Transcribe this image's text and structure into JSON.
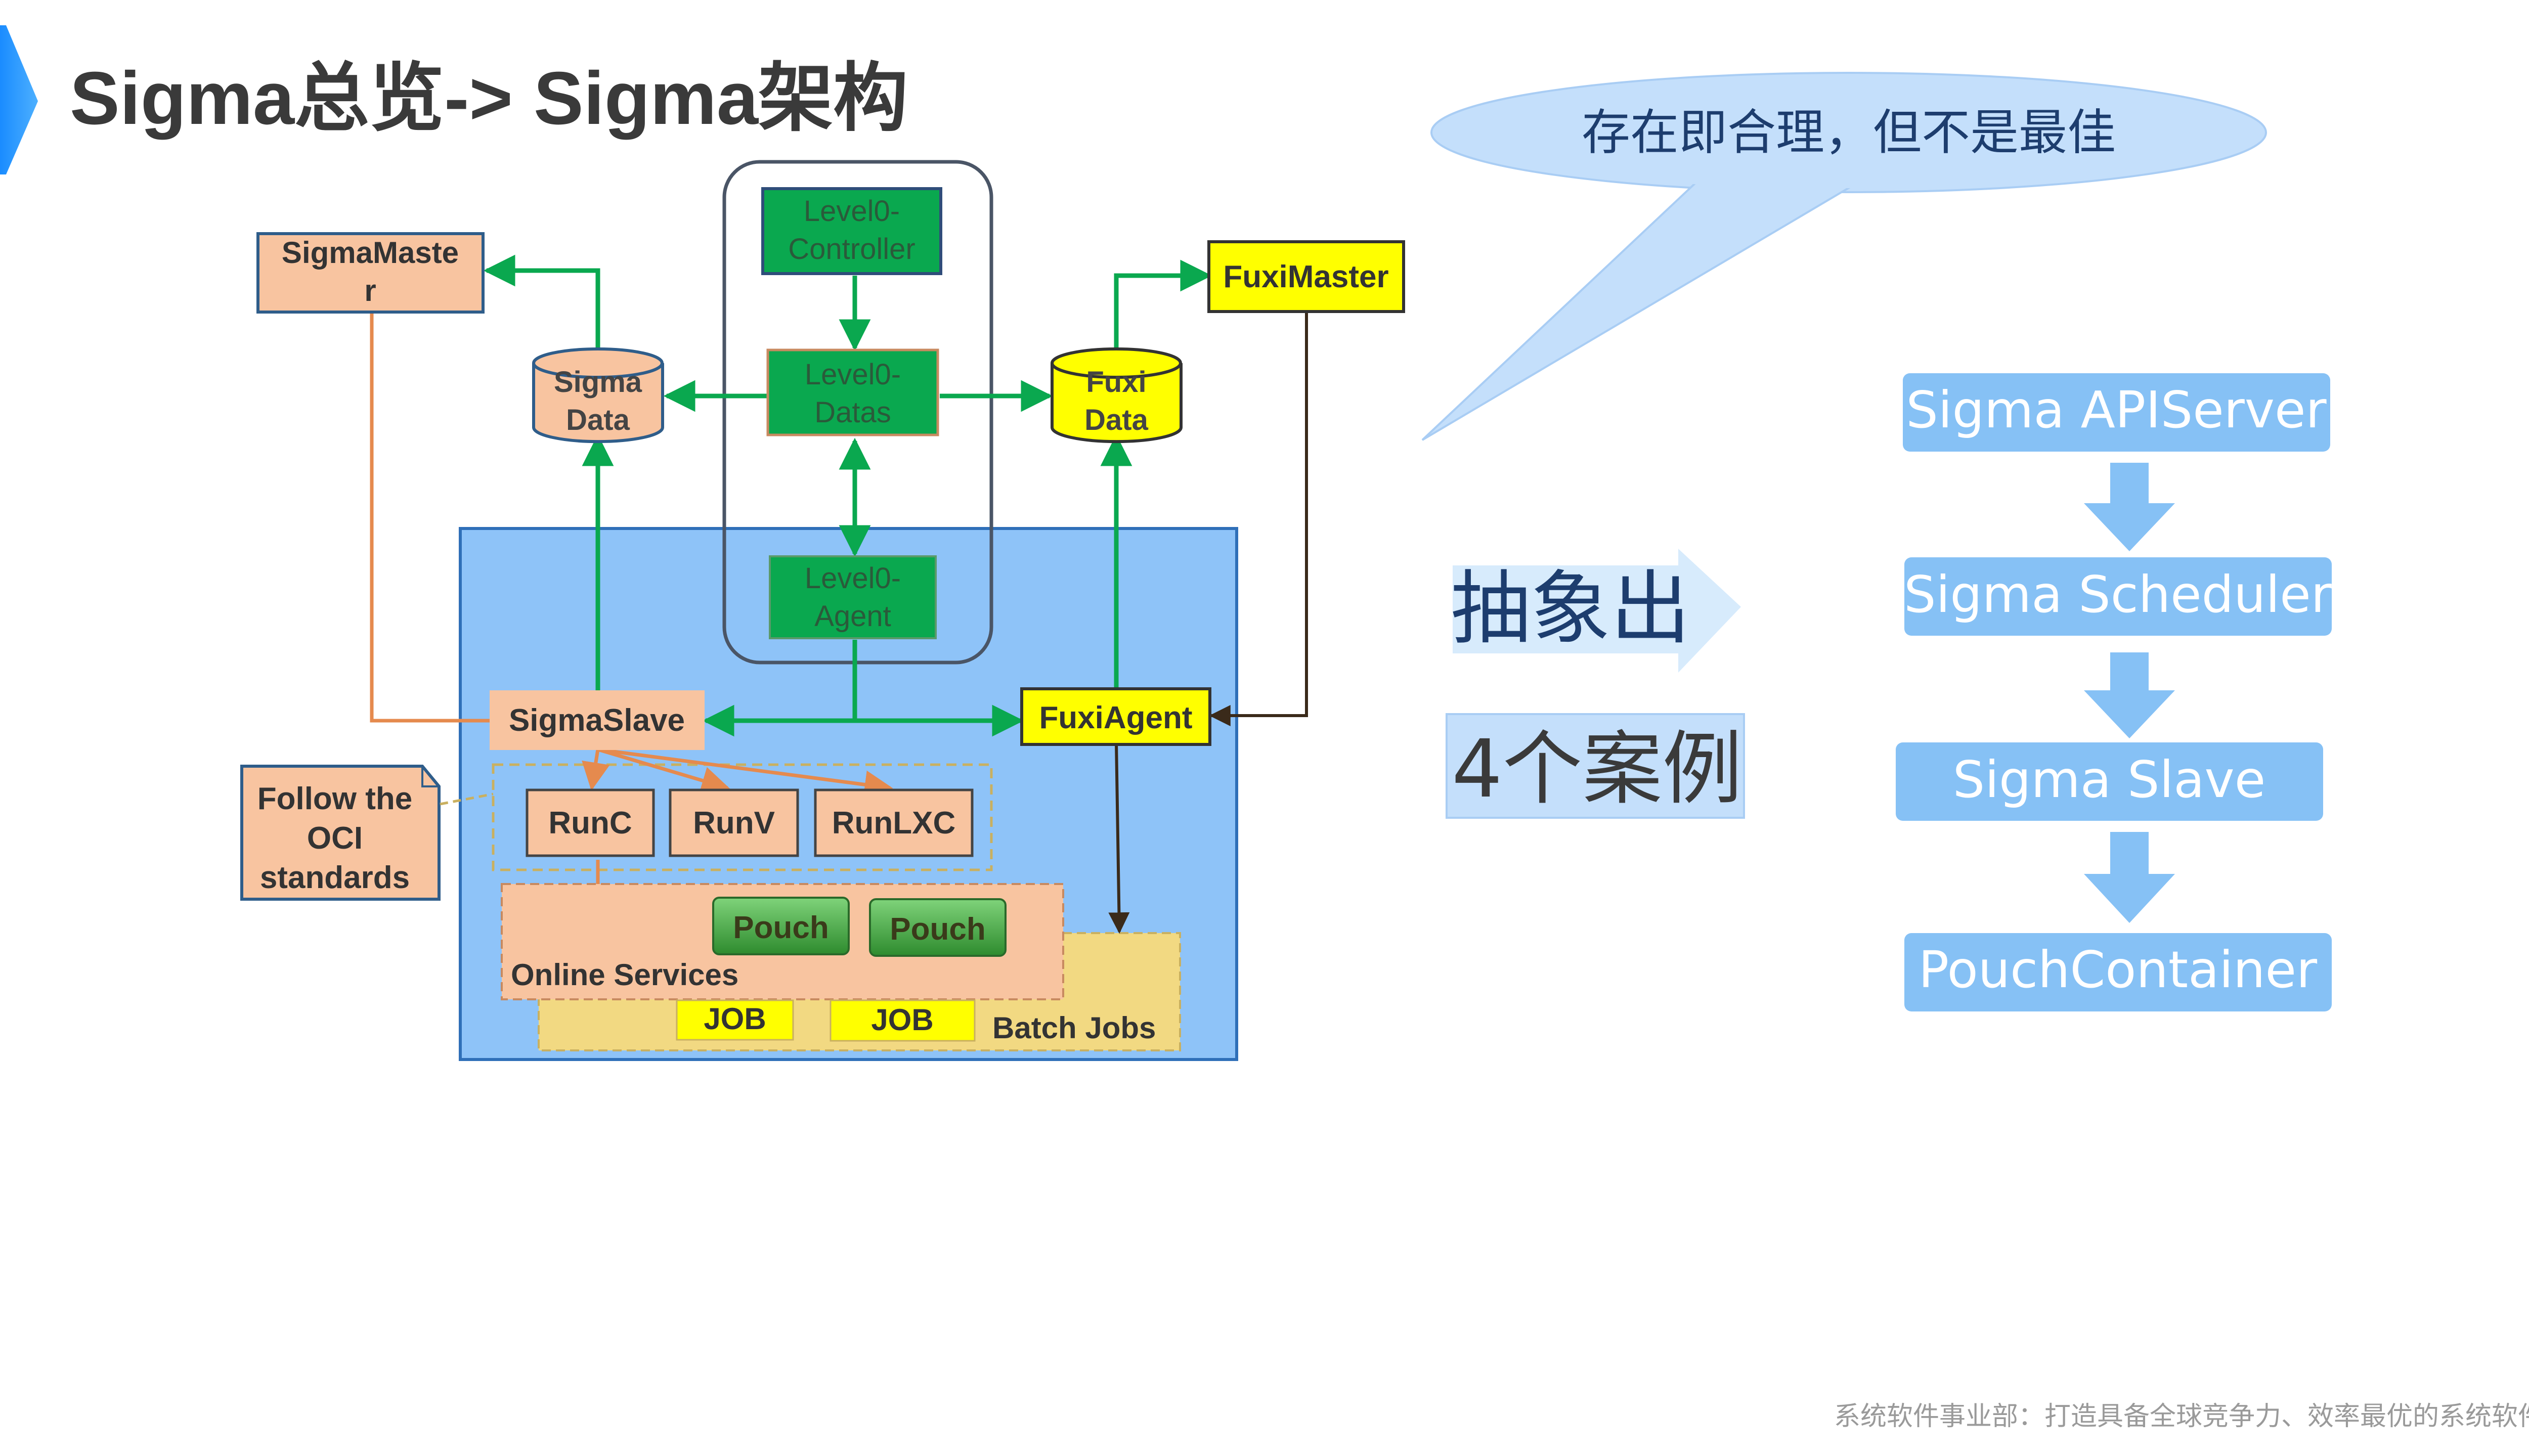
{
  "slide": {
    "title": "Sigma总览-> Sigma架构",
    "footer": "系统软件事业部：打造具备全球竞争力、效率最优的系统软件",
    "callout": "存在即合理，但不是最佳",
    "abstract_label": "抽象出",
    "cases_label": "4个案例"
  },
  "diagram": {
    "sigma_master": "SigmaMaste",
    "sigma_master_2": "r",
    "sigma_data_1": "Sigma",
    "sigma_data_2": "Data",
    "level0_controller_1": "Level0-",
    "level0_controller_2": "Controller",
    "level0_datas_1": "Level0-",
    "level0_datas_2": "Datas",
    "level0_agent_1": "Level0-",
    "level0_agent_2": "Agent",
    "fuxi_master": "FuxiMaster",
    "fuxi_data_1": "Fuxi",
    "fuxi_data_2": "Data",
    "sigma_slave": "SigmaSlave",
    "fuxi_agent": "FuxiAgent",
    "runc": "RunC",
    "runv": "RunV",
    "runlxc": "RunLXC",
    "oci_1": "Follow the",
    "oci_2": "OCI",
    "oci_3": "standards",
    "pouch": "Pouch",
    "online_services": "Online Services",
    "job": "JOB",
    "batch_jobs": "Batch Jobs"
  },
  "stack": {
    "items": [
      "Sigma APIServer",
      "Sigma Scheduler",
      "Sigma Slave",
      "PouchContainer"
    ]
  },
  "colors": {
    "title": "#3a3a3a",
    "accent_blue": "#1e90ff",
    "panel_blue": "#8ec3f8",
    "salmon": "#f8c4a0",
    "green": "#0aa84f",
    "yellow": "#ffff00",
    "stack_blue": "#86c1f5"
  }
}
